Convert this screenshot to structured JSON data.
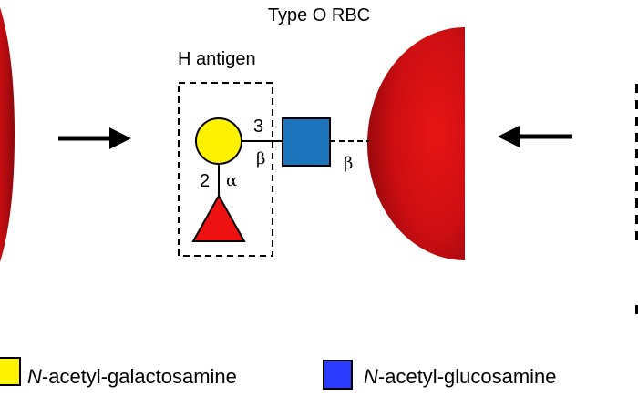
{
  "diagram": {
    "title": "Type O RBC",
    "antigen_label": "H antigen",
    "bonds": {
      "fucose_link_position": "2",
      "fucose_link_anomer": "α",
      "galactose_link_position": "3",
      "galactose_link_anomer": "β",
      "glcnac_cell_link_anomer": "β"
    },
    "legend": [
      {
        "italic": "N",
        "text": "-acetyl-galactosamine",
        "color": "#FFF200",
        "shape": "square"
      },
      {
        "italic": "N",
        "text": "-acetyl-glucosamine",
        "color": "#2B3BFF",
        "shape": "square"
      }
    ],
    "colors": {
      "galactose": "#FFF200",
      "fucose": "#EE1111",
      "glcnac": "#1C75BC",
      "rbc_dark": "#9E0A10",
      "rbc_light": "#E01212",
      "arrow": "#000000"
    }
  }
}
